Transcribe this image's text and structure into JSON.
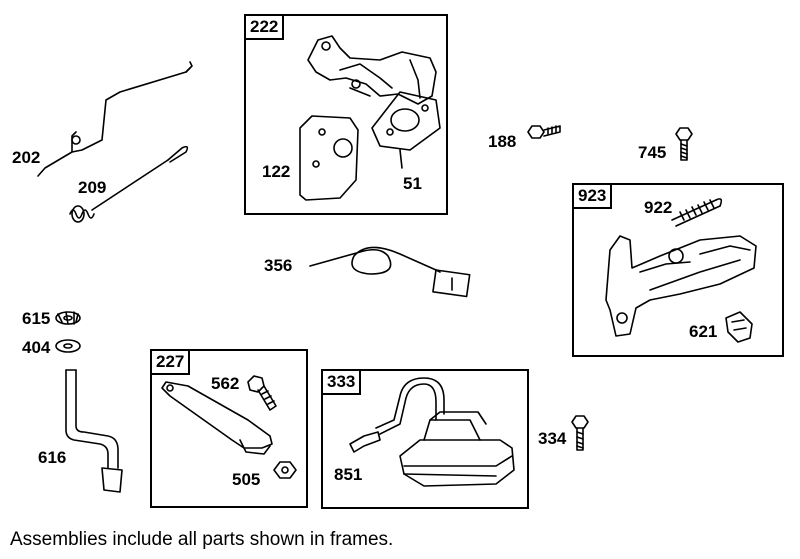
{
  "assemblies": [
    {
      "id": "222"
    },
    {
      "id": "923"
    },
    {
      "id": "227"
    },
    {
      "id": "333"
    }
  ],
  "parts": [
    {
      "id": "202"
    },
    {
      "id": "209"
    },
    {
      "id": "122"
    },
    {
      "id": "51"
    },
    {
      "id": "188"
    },
    {
      "id": "745"
    },
    {
      "id": "922"
    },
    {
      "id": "621"
    },
    {
      "id": "356"
    },
    {
      "id": "615"
    },
    {
      "id": "404"
    },
    {
      "id": "616"
    },
    {
      "id": "562"
    },
    {
      "id": "505"
    },
    {
      "id": "851"
    },
    {
      "id": "334"
    }
  ],
  "caption": "Assemblies include all parts shown in frames.",
  "colors": {
    "line": "#000000",
    "background": "#ffffff"
  }
}
